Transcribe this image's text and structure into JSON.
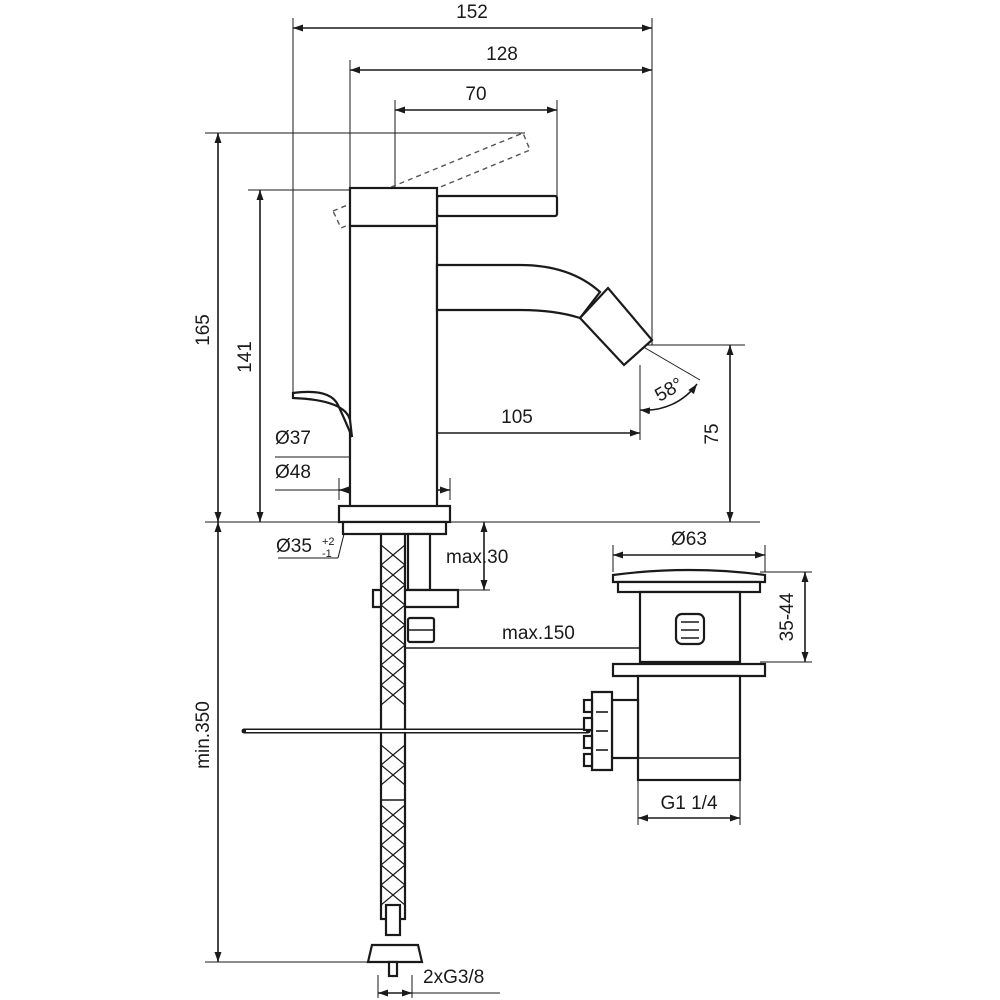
{
  "dimensions": {
    "width_total": "152",
    "width_spout": "128",
    "lever_length": "70",
    "height_total": "165",
    "height_body": "141",
    "spout_reach": "105",
    "spout_height": "75",
    "spout_angle": "58°",
    "dia_body": "Ø37",
    "dia_base": "Ø48",
    "dia_hole": "Ø35",
    "dia_hole_tol_upper": "+2",
    "dia_hole_tol_lower": "-1",
    "deck_thickness": "max.30",
    "rod_reach": "max.150",
    "hose_length": "min.350",
    "waste_dia": "Ø63",
    "waste_height": "35-44",
    "waste_thread": "G1 1/4",
    "hose_thread": "2xG3/8"
  }
}
